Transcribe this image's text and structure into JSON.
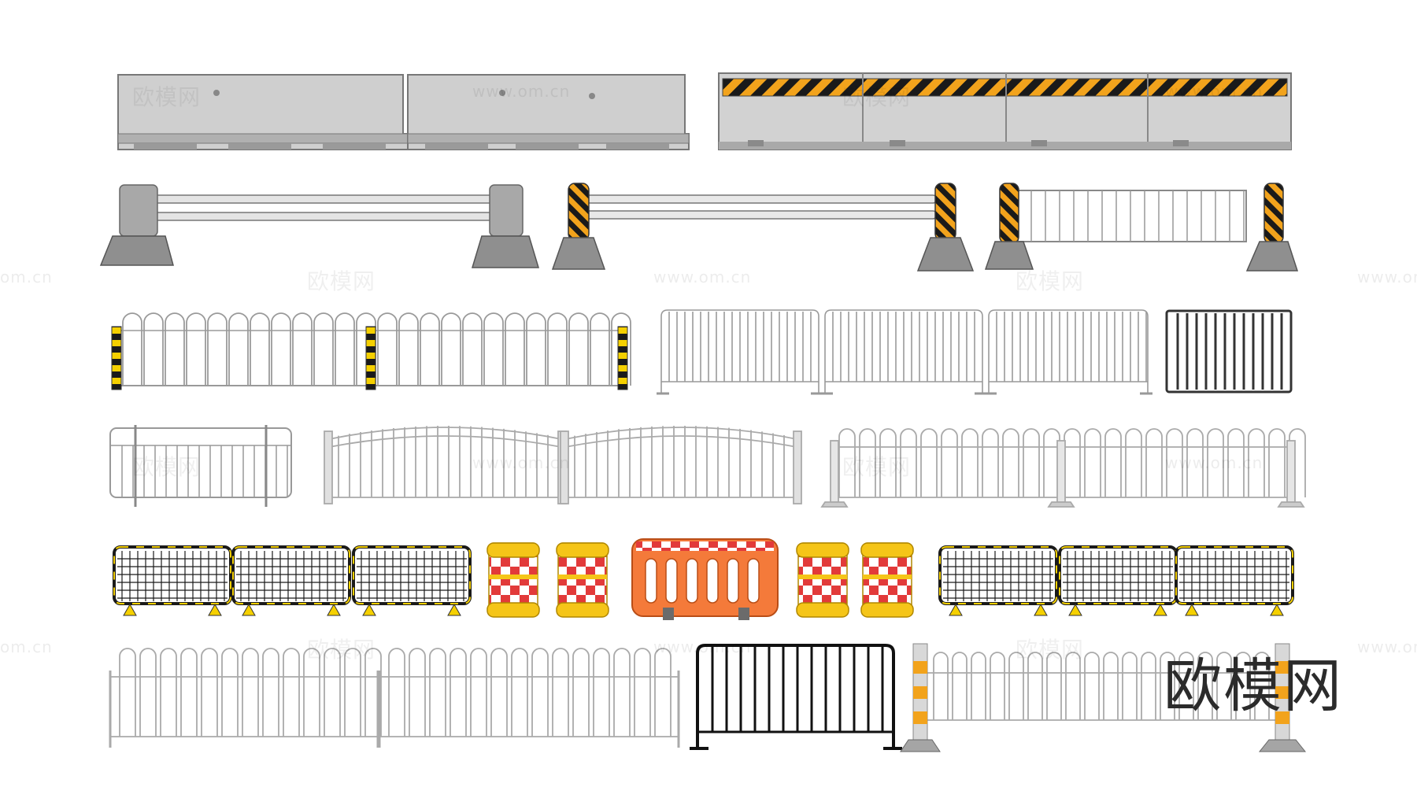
{
  "logo": {
    "text": "欧模网"
  },
  "watermark": {
    "brand": "欧模网",
    "url": "www.om.cn",
    "url_short": "om.cn"
  },
  "colors": {
    "concrete": "#c9c9c9",
    "concrete_dark": "#8f8f8f",
    "hazard_orange": "#f2a31c",
    "hazard_black": "#1a1a1a",
    "yellow": "#f5d000",
    "red": "#e23a3a",
    "orange_panel": "#f47a3a",
    "rail_grey": "#dcdcdc",
    "outline": "#666666"
  },
  "icons": [
    "concrete-barrier-icon",
    "hazard-concrete-barrier-icon",
    "post-rail-barrier-icon",
    "pedestrian-fence-icon",
    "crowd-barricade-icon",
    "water-barrier-barrel-icon",
    "orange-plastic-barrier-icon"
  ]
}
